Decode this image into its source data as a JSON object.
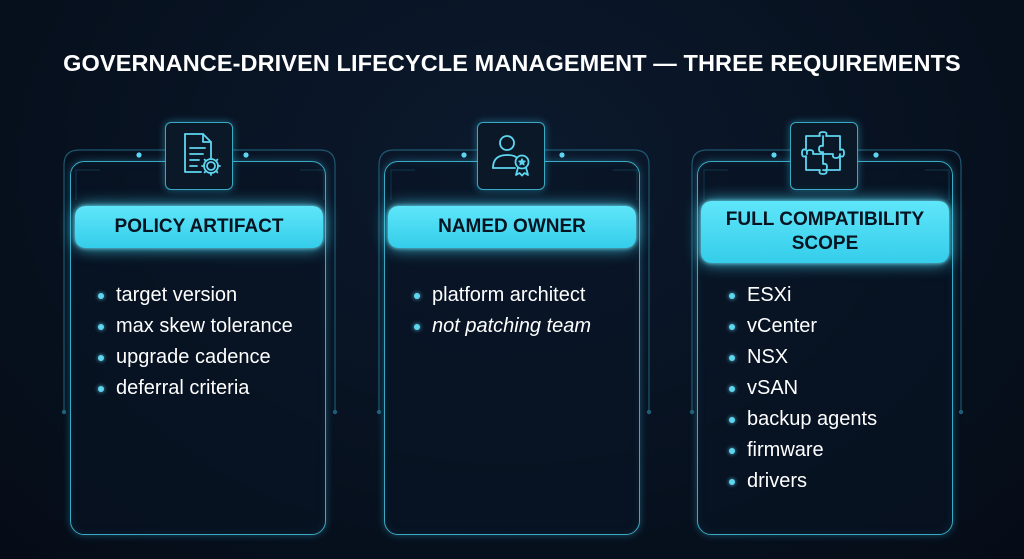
{
  "title": "GOVERNANCE-DRIVEN LIFECYCLE MANAGEMENT — THREE REQUIREMENTS",
  "accent_color": "#4fdcf5",
  "cards": [
    {
      "icon": "document-gear-icon",
      "heading": "POLICY ARTIFACT",
      "items": [
        {
          "text": "target version",
          "italic": false
        },
        {
          "text": "max skew tolerance",
          "italic": false
        },
        {
          "text": "upgrade cadence",
          "italic": false
        },
        {
          "text": "deferral criteria",
          "italic": false
        }
      ]
    },
    {
      "icon": "user-badge-icon",
      "heading": "NAMED OWNER",
      "items": [
        {
          "text": "platform architect",
          "italic": false
        },
        {
          "text": "not patching team",
          "italic": true
        }
      ]
    },
    {
      "icon": "puzzle-icon",
      "heading": "FULL COMPATIBILITY SCOPE",
      "items": [
        {
          "text": "ESXi",
          "italic": false
        },
        {
          "text": "vCenter",
          "italic": false
        },
        {
          "text": "NSX",
          "italic": false
        },
        {
          "text": "vSAN",
          "italic": false
        },
        {
          "text": "backup agents",
          "italic": false
        },
        {
          "text": "firmware",
          "italic": false
        },
        {
          "text": "drivers",
          "italic": false
        }
      ]
    }
  ]
}
